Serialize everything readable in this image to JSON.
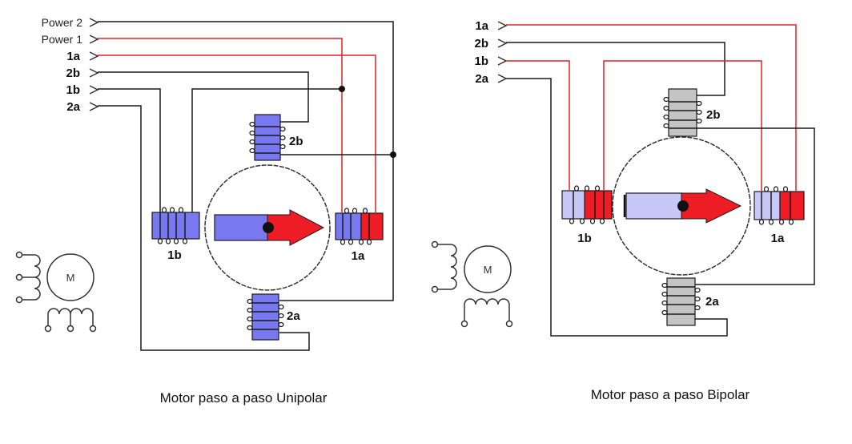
{
  "colors": {
    "unipolar_coil": "#7878f0",
    "bipolar_coil_light": "#c8c8f8",
    "bipolar_coil_gray": "#c4c4c4",
    "energized": "#ee1c24",
    "wire_black": "#1a1a1a",
    "wire_red": "#e0202a"
  },
  "unipolar": {
    "terminals": [
      "Power 2",
      "Power 1",
      "1a",
      "2b",
      "1b",
      "2a"
    ],
    "coil_labels": {
      "top": "2b",
      "left": "1b",
      "right": "1a",
      "bottom": "2a"
    },
    "symbol_label": "M",
    "caption": "Motor paso a paso Unipolar"
  },
  "bipolar": {
    "terminals": [
      "1a",
      "2b",
      "1b",
      "2a"
    ],
    "coil_labels": {
      "top": "2b",
      "left": "1b",
      "right": "1a",
      "bottom": "2a"
    },
    "symbol_label": "M",
    "caption": "Motor paso a paso Bipolar"
  }
}
